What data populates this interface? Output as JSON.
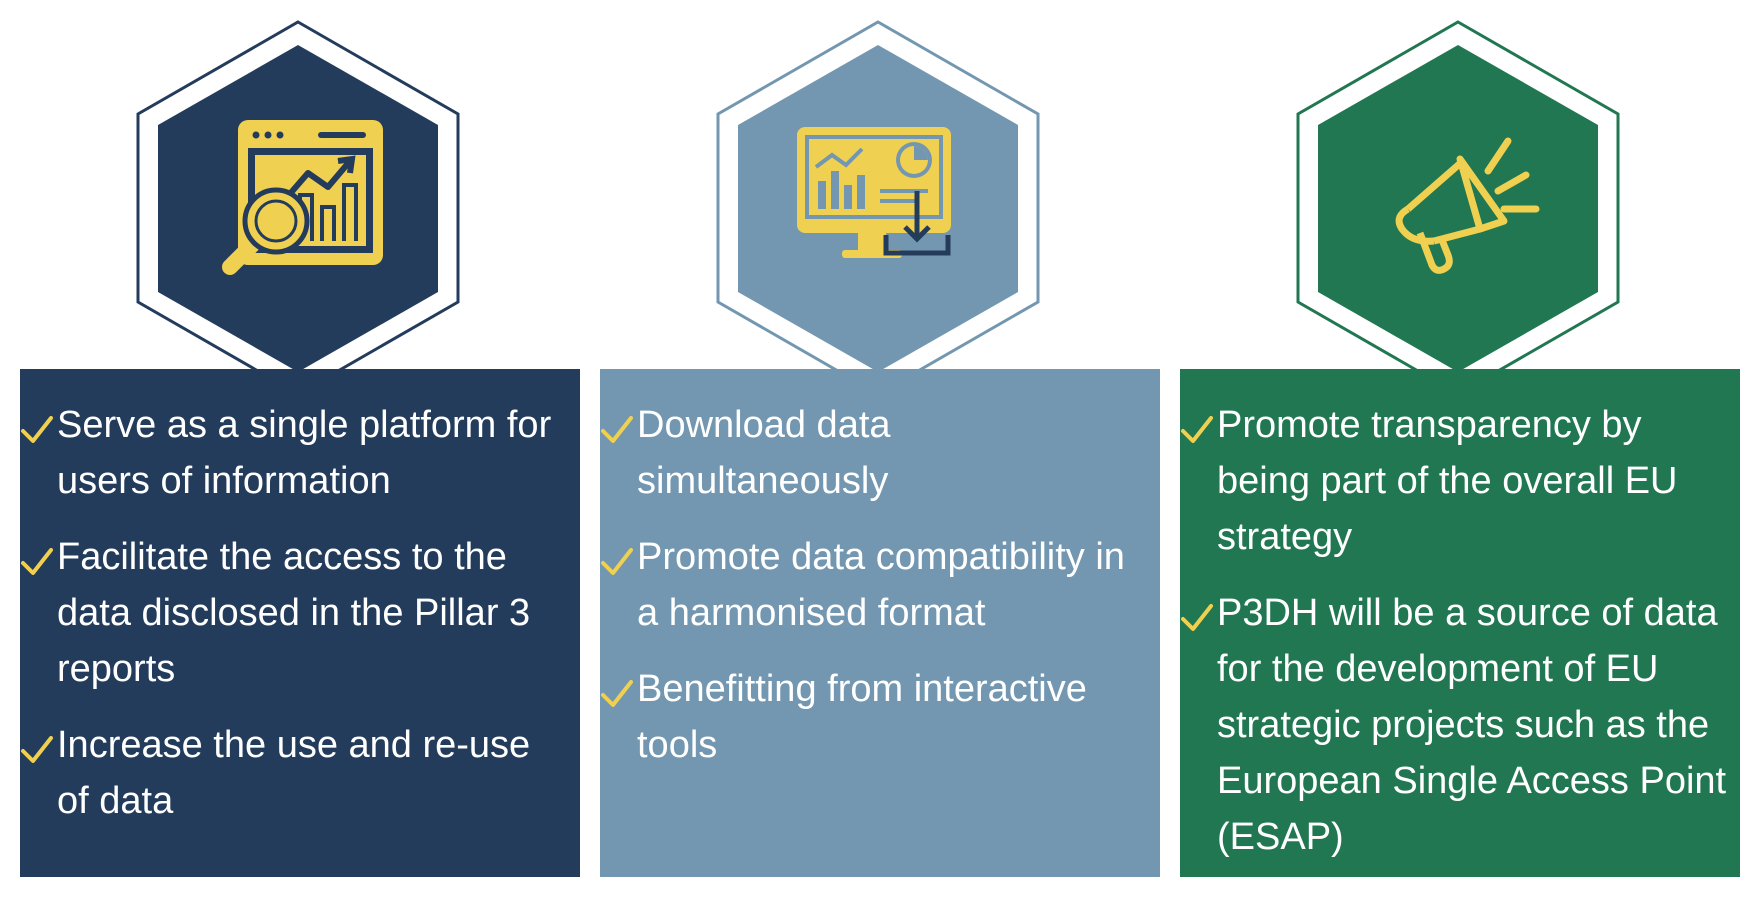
{
  "colors": {
    "navy": "#243c5c",
    "slate_blue": "#7397b0",
    "green": "#217751",
    "yellow": "#f0d050",
    "white": "#ffffff"
  },
  "columns": [
    {
      "color": "#243c5c",
      "icon": "web-analytics-magnifier-icon",
      "items": [
        "Serve as a single platform for users of information",
        "Facilitate the access to the data disclosed in the Pillar 3 reports",
        "Increase the use and re-use of data"
      ]
    },
    {
      "color": "#7397b0",
      "icon": "monitor-download-dashboard-icon",
      "items": [
        "Download data simultaneously",
        "Promote data compatibility in a harmonised format",
        "Benefitting from interactive tools"
      ]
    },
    {
      "color": "#217751",
      "icon": "megaphone-icon",
      "items": [
        "Promote transparency by being part of the overall EU strategy",
        "P3DH will be a source of data for the development of EU strategic projects such as the European Single Access Point (ESAP)"
      ]
    }
  ]
}
